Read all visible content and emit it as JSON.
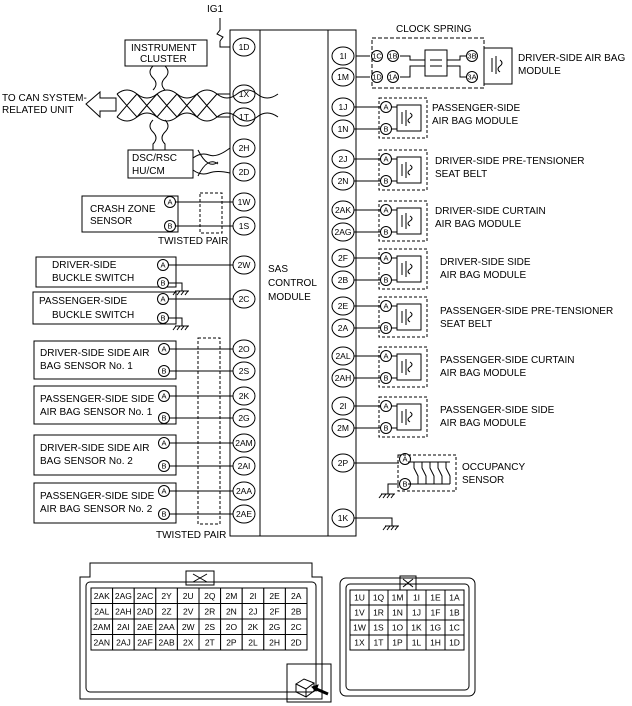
{
  "power_label": "IG1",
  "module_label": [
    "SAS",
    "CONTROL",
    "MODULE"
  ],
  "left_pins": [
    {
      "pin": "1D"
    },
    {
      "pin": "1X"
    },
    {
      "pin": "1T"
    },
    {
      "pin": "2H"
    },
    {
      "pin": "2D"
    },
    {
      "pin": "1W"
    },
    {
      "pin": "1S"
    },
    {
      "pin": "2W"
    },
    {
      "pin": "2C"
    },
    {
      "pin": "2O"
    },
    {
      "pin": "2S"
    },
    {
      "pin": "2K"
    },
    {
      "pin": "2G"
    },
    {
      "pin": "2AM"
    },
    {
      "pin": "2AI"
    },
    {
      "pin": "2AA"
    },
    {
      "pin": "2AE"
    }
  ],
  "right_pins": [
    {
      "pin": "1I"
    },
    {
      "pin": "1M"
    },
    {
      "pin": "1J"
    },
    {
      "pin": "1N"
    },
    {
      "pin": "2J"
    },
    {
      "pin": "2N"
    },
    {
      "pin": "2AK"
    },
    {
      "pin": "2AG"
    },
    {
      "pin": "2F"
    },
    {
      "pin": "2B"
    },
    {
      "pin": "2E"
    },
    {
      "pin": "2A"
    },
    {
      "pin": "2AL"
    },
    {
      "pin": "2AH"
    },
    {
      "pin": "2I"
    },
    {
      "pin": "2M"
    },
    {
      "pin": "2P"
    },
    {
      "pin": "1K"
    }
  ],
  "left_devices": {
    "instrument_cluster": [
      "INSTRUMENT",
      "CLUSTER"
    ],
    "can_system": [
      "TO CAN SYSTEM-",
      "RELATED UNIT"
    ],
    "dsc_hu": [
      "DSC/RSC",
      "HU/CM"
    ],
    "crash_zone_sensor": [
      "CRASH ZONE",
      "SENSOR"
    ],
    "twisted_pair_1": "TWISTED PAIR",
    "driver_buckle_switch": [
      "DRIVER-SIDE",
      "BUCKLE SWITCH"
    ],
    "passenger_buckle_switch": [
      "PASSENGER-SIDE",
      "BUCKLE SWITCH"
    ],
    "driver_side_sensor_1": [
      "DRIVER-SIDE SIDE AIR",
      "BAG SENSOR No. 1"
    ],
    "passenger_side_sensor_1": [
      "PASSENGER-SIDE SIDE",
      "AIR BAG SENSOR No. 1"
    ],
    "driver_side_sensor_2": [
      "DRIVER-SIDE SIDE AIR",
      "BAG SENSOR No. 2"
    ],
    "passenger_side_sensor_2": [
      "PASSENGER-SIDE SIDE",
      "AIR BAG SENSOR No. 2"
    ],
    "twisted_pair_2": "TWISTED PAIR"
  },
  "right_devices": {
    "clock_spring": "CLOCK SPRING",
    "driver_air_bag": [
      "DRIVER-SIDE AIR BAG",
      "MODULE"
    ],
    "passenger_air_bag": [
      "PASSENGER-SIDE",
      "AIR BAG MODULE"
    ],
    "driver_pretensioner": [
      "DRIVER-SIDE PRE-TENSIONER",
      "SEAT BELT"
    ],
    "driver_curtain": [
      "DRIVER-SIDE CURTAIN",
      "AIR BAG MODULE"
    ],
    "driver_side_air_bag": [
      "DRIVER-SIDE SIDE",
      "AIR BAG MODULE"
    ],
    "passenger_pretensioner": [
      "PASSENGER-SIDE PRE-TENSIONER",
      "SEAT BELT"
    ],
    "passenger_curtain": [
      "PASSENGER-SIDE CURTAIN",
      "AIR BAG MODULE"
    ],
    "passenger_side_air_bag": [
      "PASSENGER-SIDE SIDE",
      "AIR BAG MODULE"
    ],
    "occupancy_sensor": [
      "OCCUPANCY",
      "SENSOR"
    ]
  },
  "connector_letters": {
    "a": "A",
    "b": "B"
  },
  "clock_spring_pins": [
    "1C",
    "1D",
    "1B",
    "1A",
    "3B",
    "3A"
  ],
  "connector_2_grid": [
    [
      "2AK",
      "2AG",
      "2AC",
      "2Y",
      "2U",
      "2Q",
      "2M",
      "2I",
      "2E",
      "2A"
    ],
    [
      "2AL",
      "2AH",
      "2AD",
      "2Z",
      "2V",
      "2R",
      "2N",
      "2J",
      "2F",
      "2B"
    ],
    [
      "2AM",
      "2AI",
      "2AE",
      "2AA",
      "2W",
      "2S",
      "2O",
      "2K",
      "2G",
      "2C"
    ],
    [
      "2AN",
      "2AJ",
      "2AF",
      "2AB",
      "2X",
      "2T",
      "2P",
      "2L",
      "2H",
      "2D"
    ]
  ],
  "connector_1_grid": [
    [
      "1U",
      "1Q",
      "1M",
      "1I",
      "1E",
      "1A"
    ],
    [
      "1V",
      "1R",
      "1N",
      "1J",
      "1F",
      "1B"
    ],
    [
      "1W",
      "1S",
      "1O",
      "1K",
      "1G",
      "1C"
    ],
    [
      "1X",
      "1T",
      "1P",
      "1L",
      "1H",
      "1D"
    ]
  ],
  "colors": {
    "line": "#000000",
    "background": "#ffffff"
  }
}
